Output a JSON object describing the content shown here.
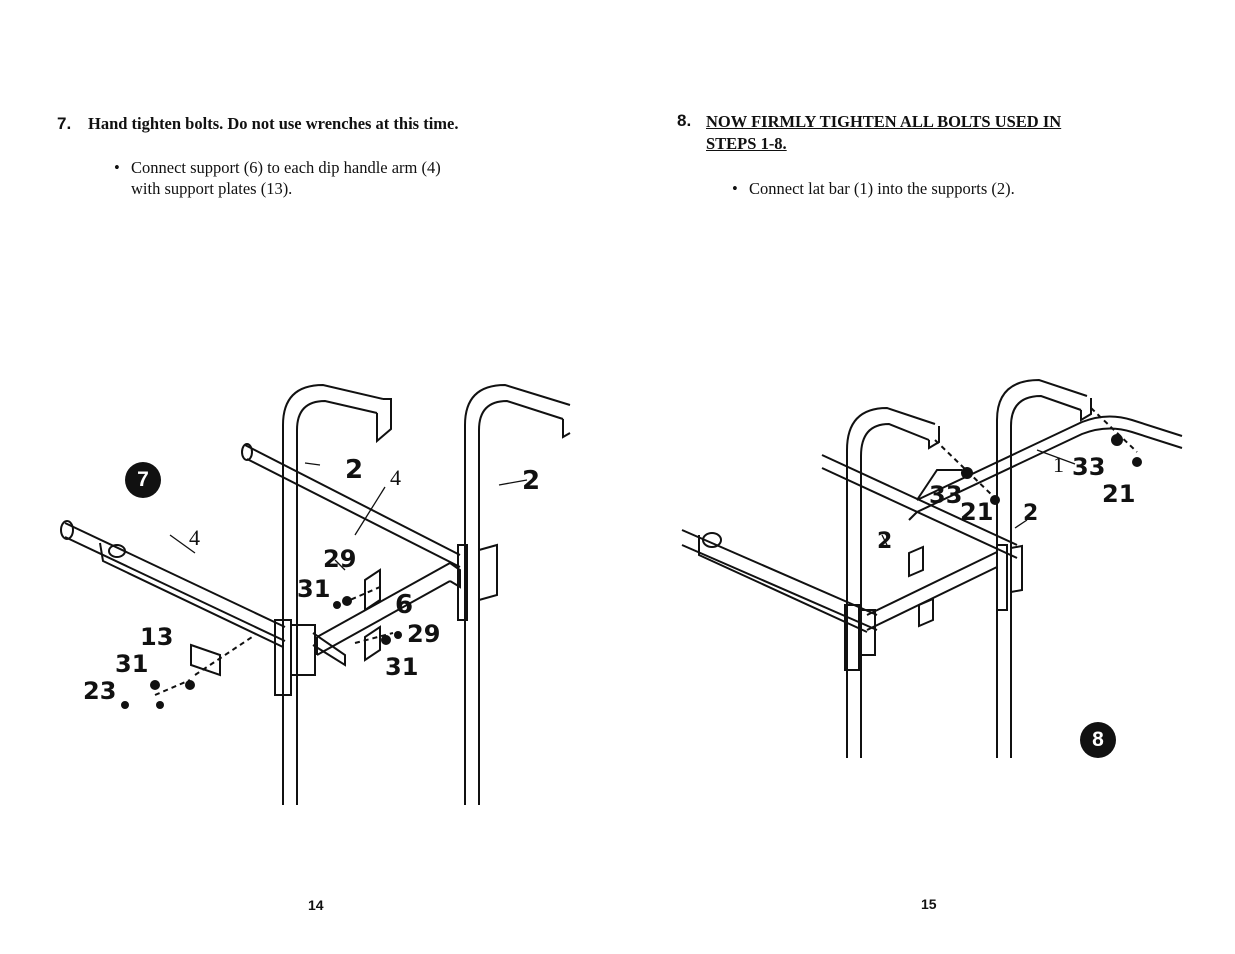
{
  "left_page": {
    "step_number": "7.",
    "step_title": "Hand tighten bolts. Do not use wrenches at this time.",
    "bullet": {
      "dot": "•",
      "line1": "Connect support (6) to each dip handle arm (4)",
      "line2": "with support plates (13)."
    },
    "badge": "7",
    "page_number": "14",
    "diagram_labels": {
      "frame_left": "2",
      "frame_right": "2",
      "arm_back": "4",
      "arm_front": "4",
      "support": "6",
      "bolt_top": "29",
      "nut_top": "31",
      "bolt_lower": "29",
      "nut_lower": "31",
      "plate": "13",
      "nut_left": "31",
      "bolt_left": "23"
    }
  },
  "right_page": {
    "step_number": "8.",
    "step_title_line1": "NOW FIRMLY TIGHTEN ALL BOLTS USED IN",
    "step_title_line2": "STEPS 1-8.",
    "bullet": {
      "dot": "•",
      "line1": "Connect lat bar (1) into the supports (2)."
    },
    "badge": "8",
    "page_number": "15",
    "diagram_labels": {
      "frame_left": "2",
      "frame_right": "2",
      "lat_bar": "1",
      "washer_mid": "33",
      "bolt_mid": "21",
      "washer_right": "33",
      "bolt_right": "21"
    }
  }
}
